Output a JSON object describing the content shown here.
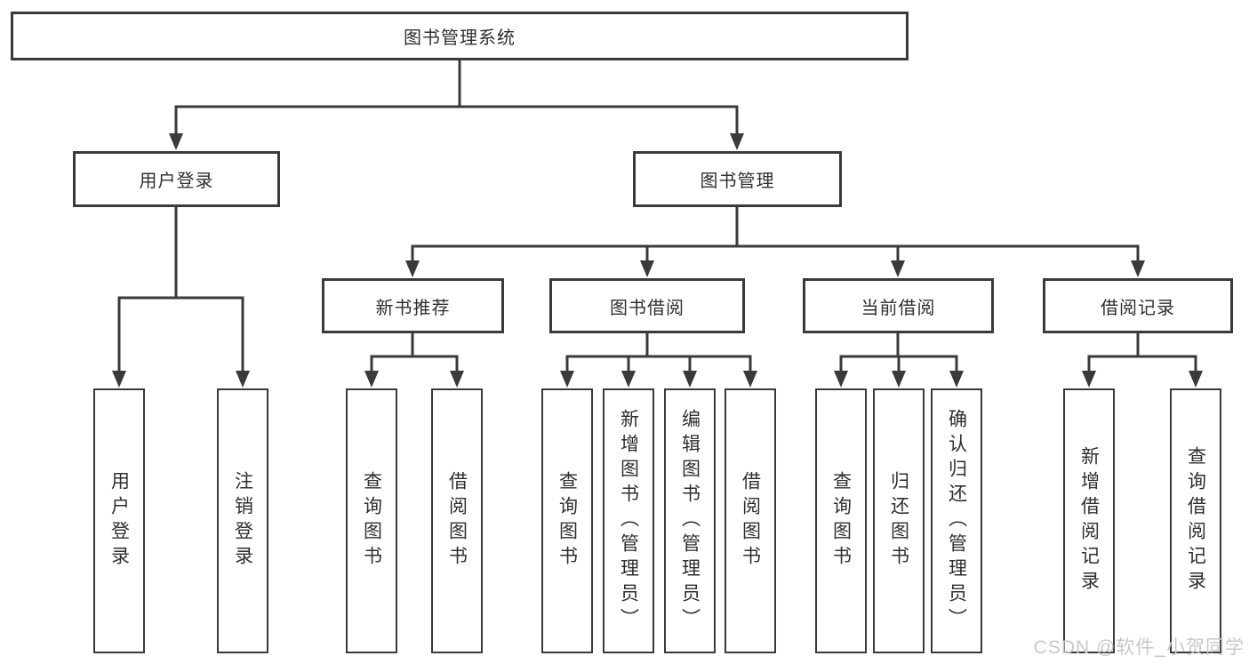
{
  "tree": {
    "root": {
      "label": "图书管理系统",
      "children": [
        {
          "label": "用户登录",
          "children": [
            {
              "label": "用户登录"
            },
            {
              "label": "注销登录"
            }
          ]
        },
        {
          "label": "图书管理",
          "children": [
            {
              "label": "新书推荐",
              "children": [
                {
                  "label": "查询图书"
                },
                {
                  "label": "借阅图书"
                }
              ]
            },
            {
              "label": "图书借阅",
              "children": [
                {
                  "label": "查询图书"
                },
                {
                  "label": "新增图书（管理员）"
                },
                {
                  "label": "编辑图书（管理员）"
                },
                {
                  "label": "借阅图书"
                }
              ]
            },
            {
              "label": "当前借阅",
              "children": [
                {
                  "label": "查询图书"
                },
                {
                  "label": "归还图书"
                },
                {
                  "label": "确认归还（管理员）"
                }
              ]
            },
            {
              "label": "借阅记录",
              "children": [
                {
                  "label": "新增借阅记录"
                },
                {
                  "label": "查询借阅记录"
                }
              ]
            }
          ]
        }
      ]
    }
  },
  "watermark": {
    "text": "CSDN @软件_小贺同学"
  },
  "colors": {
    "line": "#3a3a3a",
    "box_fill": "#ffffff",
    "text": "#2f2f2f",
    "watermark": "#c8c8c8"
  }
}
